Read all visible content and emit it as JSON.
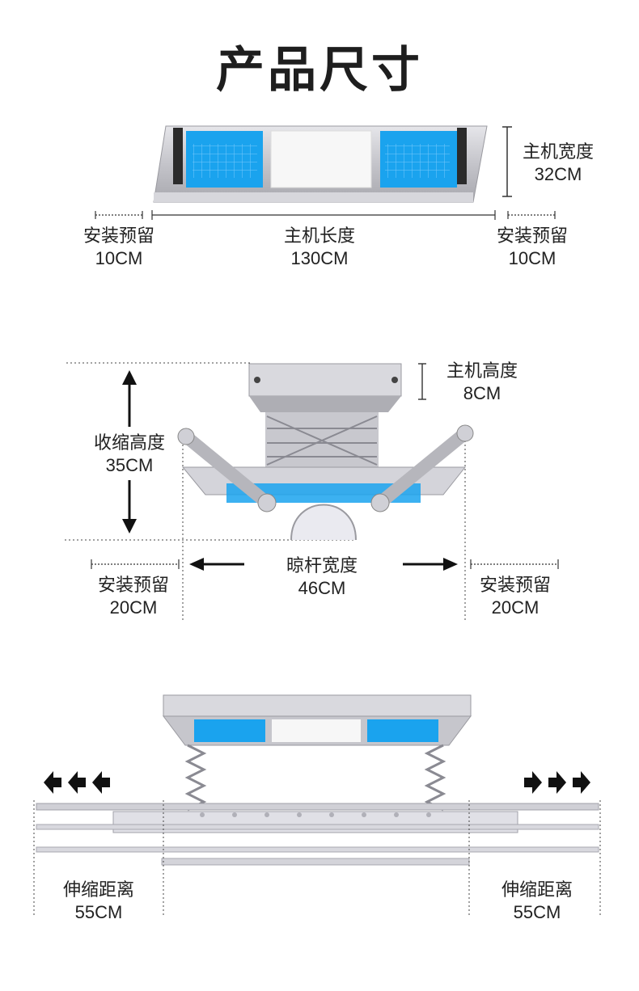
{
  "title": "产品尺寸",
  "section1": {
    "width_label": "主机宽度",
    "width_value": "32CM",
    "length_label": "主机长度",
    "length_value": "130CM",
    "left_reserve_label": "安装预留",
    "left_reserve_value": "10CM",
    "right_reserve_label": "安装预留",
    "right_reserve_value": "10CM"
  },
  "section2": {
    "height_label": "主机高度",
    "height_value": "8CM",
    "retract_label": "收缩高度",
    "retract_value": "35CM",
    "rod_label": "晾杆宽度",
    "rod_value": "46CM",
    "left_reserve_label": "安装预留",
    "left_reserve_value": "20CM",
    "right_reserve_label": "安装预留",
    "right_reserve_value": "20CM"
  },
  "section3": {
    "left_label": "伸缩距离",
    "left_value": "55CM",
    "right_label": "伸缩距离",
    "right_value": "55CM"
  },
  "colors": {
    "uv_blue": "#1aa3ee",
    "panel_light": "#f4f4f4",
    "frame_silver": "#bcbcc2",
    "dim_line": "#333333"
  }
}
